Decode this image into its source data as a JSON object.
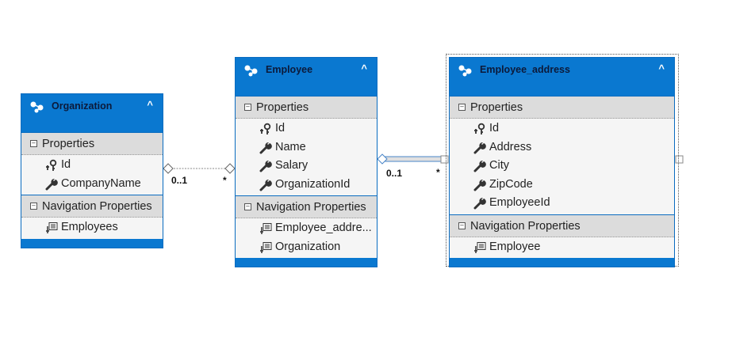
{
  "entities": [
    {
      "name": "Organization",
      "sections": {
        "properties": "Properties",
        "navigation": "Navigation Properties"
      },
      "properties": [
        {
          "name": "Id",
          "icon": "key-icon"
        },
        {
          "name": "CompanyName",
          "icon": "wrench-icon"
        }
      ],
      "navigation": [
        "Employees"
      ]
    },
    {
      "name": "Employee",
      "sections": {
        "properties": "Properties",
        "navigation": "Navigation Properties"
      },
      "properties": [
        {
          "name": "Id",
          "icon": "key-icon"
        },
        {
          "name": "Name",
          "icon": "wrench-icon"
        },
        {
          "name": "Salary",
          "icon": "wrench-icon"
        },
        {
          "name": "OrganizationId",
          "icon": "wrench-icon"
        }
      ],
      "navigation": [
        "Employee_addre...",
        "Organization"
      ]
    },
    {
      "name": "Employee_address",
      "sections": {
        "properties": "Properties",
        "navigation": "Navigation Properties"
      },
      "properties": [
        {
          "name": "Id",
          "icon": "key-icon"
        },
        {
          "name": "Address",
          "icon": "wrench-icon"
        },
        {
          "name": "City",
          "icon": "wrench-icon"
        },
        {
          "name": "ZipCode",
          "icon": "wrench-icon"
        },
        {
          "name": "EmployeeId",
          "icon": "wrench-icon"
        }
      ],
      "navigation": [
        "Employee"
      ]
    }
  ],
  "associations": [
    {
      "from": "Organization",
      "to": "Employee",
      "from_mult": "0..1",
      "to_mult": "*"
    },
    {
      "from": "Employee",
      "to": "Employee_address",
      "from_mult": "0..1",
      "to_mult": "*"
    }
  ],
  "colors": {
    "header": "#0a78d0",
    "section": "#dcdcdc",
    "rows": "#f5f5f5"
  }
}
